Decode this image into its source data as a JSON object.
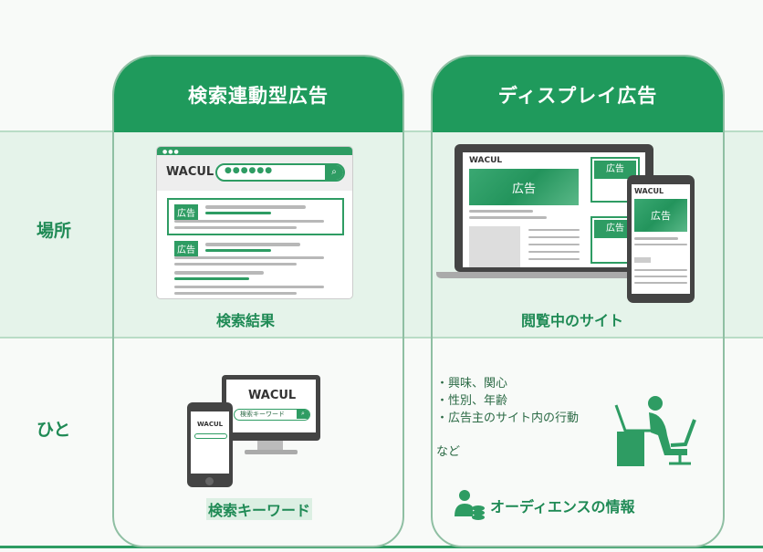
{
  "columns": [
    {
      "title": "検索連動型広告",
      "place_caption": "検索結果",
      "people_caption": "検索キーワード"
    },
    {
      "title": "ディスプレイ広告",
      "place_caption": "閲覧中のサイト",
      "people_caption": "オーディエンスの情報"
    }
  ],
  "rows": {
    "place": "場所",
    "people": "ひと"
  },
  "search_mock": {
    "brand": "WACUL",
    "query": "●●●●●●",
    "ad_label": "広告"
  },
  "display_mock": {
    "brand": "WACUL",
    "ad_label": "広告"
  },
  "keyword_mock": {
    "brand": "WACUL",
    "placeholder": "検索キーワード"
  },
  "audience": {
    "items": [
      "・興味、関心",
      "・性別、年齢",
      "・広告主のサイト内の行動"
    ],
    "etc": "など"
  },
  "colors": {
    "accent": "#1f9a5c",
    "band": "#e5f3ea"
  }
}
